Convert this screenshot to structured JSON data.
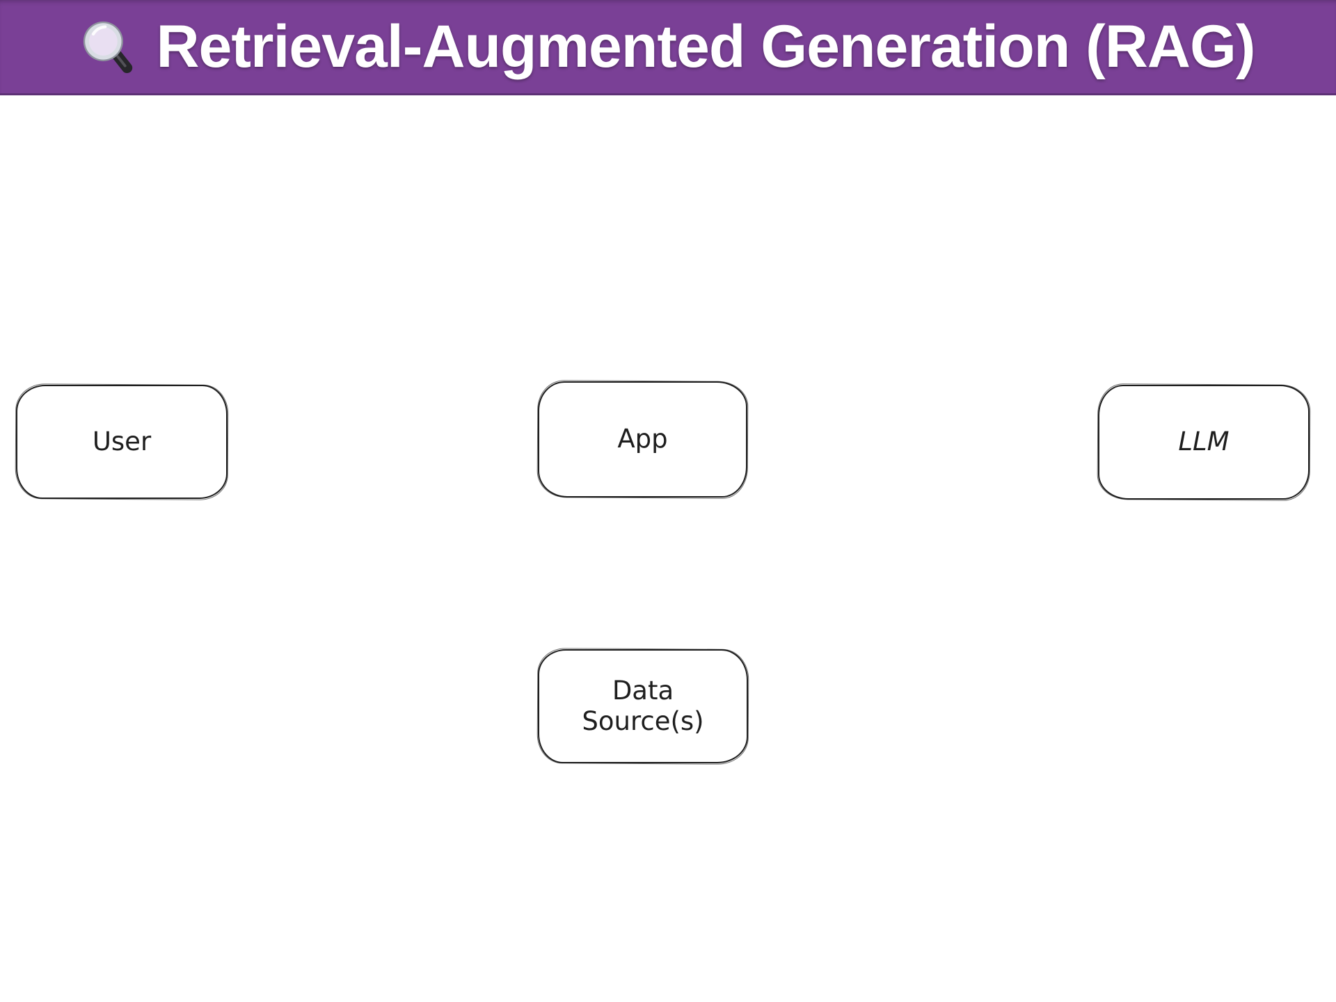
{
  "header": {
    "title": "Retrieval-Augmented Generation (RAG)",
    "icon": "magnifying-glass",
    "background_color": "#7a4096",
    "text_color": "#ffffff"
  },
  "diagram": {
    "style": "hand-drawn",
    "node_border_color": "#1e1e1e",
    "node_fill_color": "#ffffff",
    "node_text_color": "#1e1e1e",
    "nodes": [
      {
        "id": "user",
        "label": "User"
      },
      {
        "id": "app",
        "label": "App"
      },
      {
        "id": "llm",
        "label": "LLM"
      },
      {
        "id": "data-sources",
        "label": "Data Source(s)"
      }
    ],
    "edges": []
  }
}
